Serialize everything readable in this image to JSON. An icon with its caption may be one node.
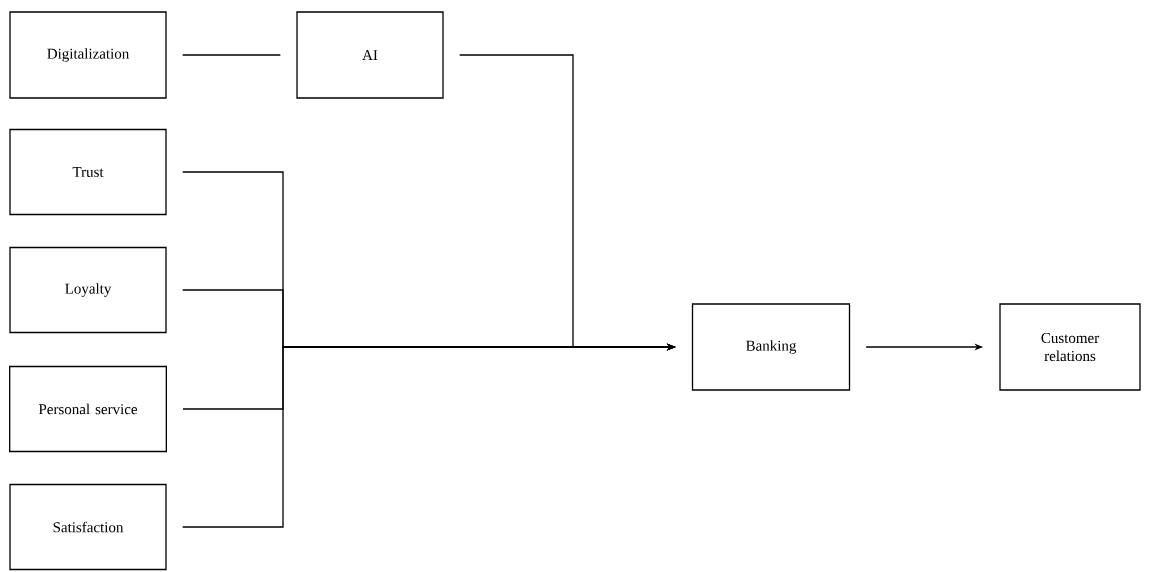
{
  "diagram": {
    "nodes": [
      {
        "text": [
          "Digitalization"
        ]
      },
      {
        "text": [
          "AI"
        ]
      },
      {
        "text": [
          "Trust"
        ]
      },
      {
        "text": [
          "Loyalty"
        ]
      },
      {
        "text": [
          "Personal service"
        ]
      },
      {
        "text": [
          "Satisfaction"
        ]
      },
      {
        "text": [
          "Banking"
        ]
      },
      {
        "text": [
          "Customer relations"
        ]
      }
    ],
    "edges": [
      {
        "from": 0,
        "to": 1,
        "arrow": "none"
      },
      {
        "from": 1,
        "to": 6,
        "arrow": "to"
      },
      {
        "from": 2,
        "to": 6,
        "arrow": "to"
      },
      {
        "from": 3,
        "to": 6,
        "arrow": "to"
      },
      {
        "from": 4,
        "to": 6,
        "arrow": "to"
      },
      {
        "from": 5,
        "to": 6,
        "arrow": "to"
      },
      {
        "from": 6,
        "to": 7,
        "arrow": "to"
      }
    ]
  }
}
